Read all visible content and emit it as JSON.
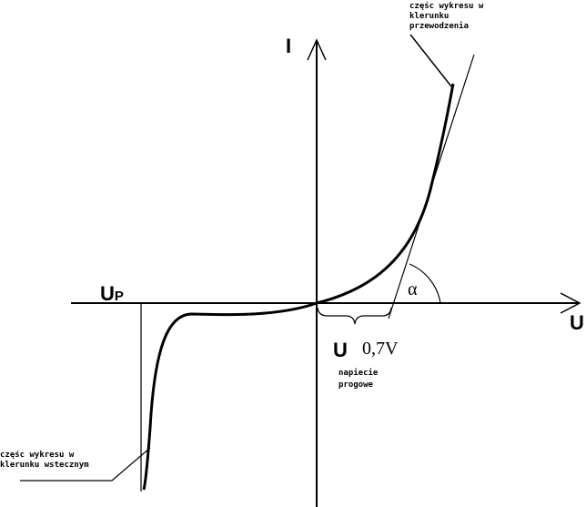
{
  "axes": {
    "y_label": "I",
    "x_label": "U"
  },
  "labels": {
    "breakdown_voltage": "U",
    "breakdown_subscript": "P",
    "threshold_symbol": "U",
    "threshold_value": "0,7V",
    "threshold_caption": [
      "napiecie",
      "progowe"
    ],
    "angle": "α",
    "forward_note": [
      "częśc wykresu w",
      "klerunku",
      "przewodzenia"
    ],
    "reverse_note": [
      "częśc wykresu w",
      "klerunku wstecznym"
    ]
  }
}
